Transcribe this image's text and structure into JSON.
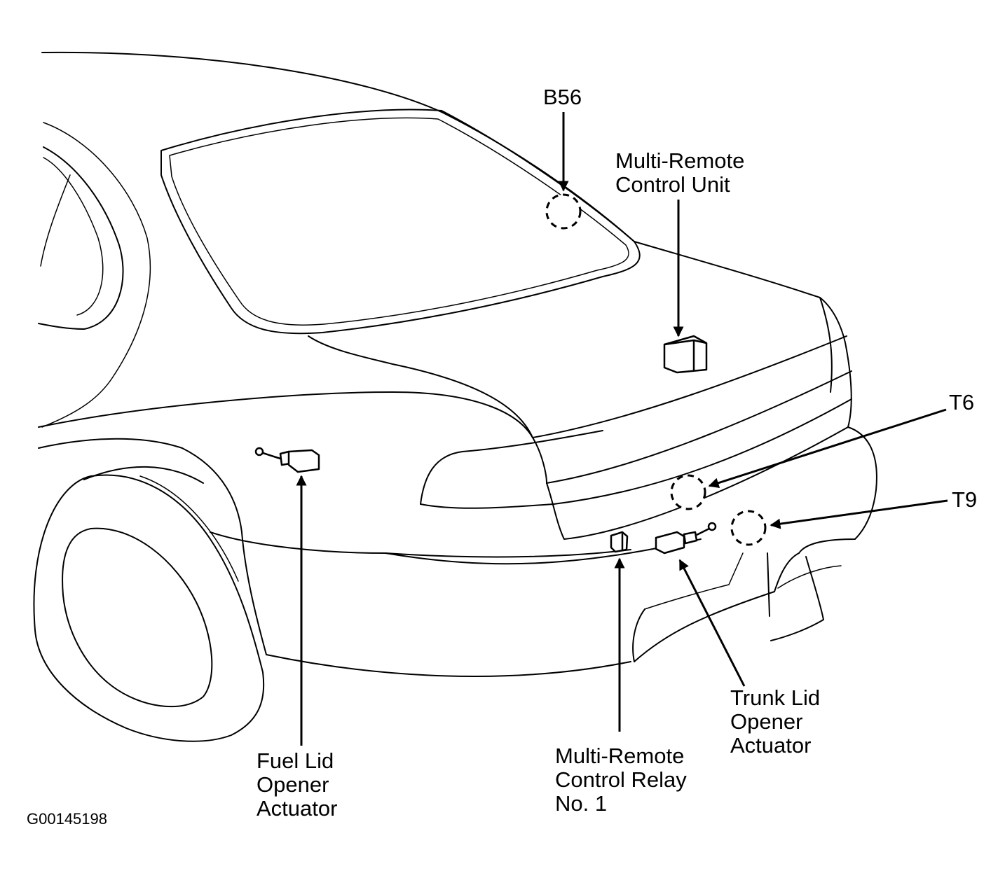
{
  "labels": {
    "b56": "B56",
    "multi_remote_control_unit": [
      "Multi-Remote",
      "Control Unit"
    ],
    "t6": "T6",
    "t9": "T9",
    "fuel_lid_opener_actuator": [
      "Fuel Lid",
      "Opener",
      "Actuator"
    ],
    "multi_remote_control_relay": [
      "Multi-Remote",
      "Control Relay",
      "No. 1"
    ],
    "trunk_lid_opener_actuator": [
      "Trunk Lid",
      "Opener",
      "Actuator"
    ]
  },
  "figure_id": "G00145198",
  "colors": {
    "line": "#000000",
    "background": "#ffffff"
  }
}
